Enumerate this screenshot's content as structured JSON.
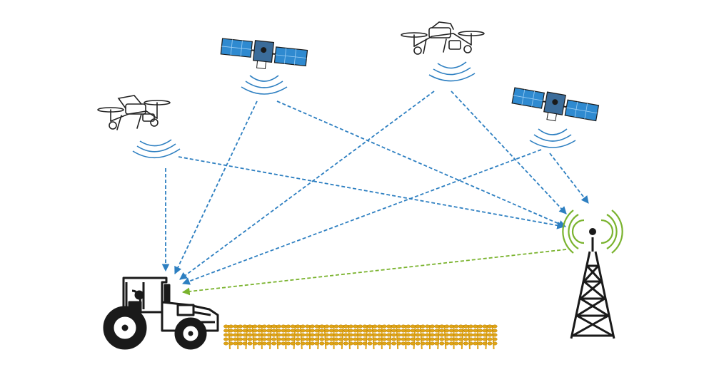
{
  "diagram": {
    "nodes": [
      {
        "id": "drone-1",
        "kind": "drone",
        "icon": "drone-icon"
      },
      {
        "id": "drone-2",
        "kind": "drone",
        "icon": "drone-icon"
      },
      {
        "id": "satellite-1",
        "kind": "satellite",
        "icon": "satellite-icon"
      },
      {
        "id": "satellite-2",
        "kind": "satellite",
        "icon": "satellite-icon"
      },
      {
        "id": "tower",
        "kind": "cell-tower",
        "icon": "cell-tower-icon"
      },
      {
        "id": "tractor",
        "kind": "tractor",
        "icon": "tractor-icon"
      },
      {
        "id": "crops",
        "kind": "crop-field",
        "icon": "wheat-field-icon"
      }
    ],
    "links": [
      {
        "from": "drone-1",
        "to": "tractor",
        "color": "#2d7fc1"
      },
      {
        "from": "drone-1",
        "to": "tower",
        "color": "#2d7fc1"
      },
      {
        "from": "satellite-1",
        "to": "tractor",
        "color": "#2d7fc1"
      },
      {
        "from": "satellite-1",
        "to": "tower",
        "color": "#2d7fc1"
      },
      {
        "from": "drone-2",
        "to": "tractor",
        "color": "#2d7fc1"
      },
      {
        "from": "drone-2",
        "to": "tower",
        "color": "#2d7fc1"
      },
      {
        "from": "satellite-2",
        "to": "tractor",
        "color": "#2d7fc1"
      },
      {
        "from": "satellite-2",
        "to": "tower",
        "color": "#2d7fc1"
      },
      {
        "from": "tower",
        "to": "tractor",
        "color": "#7ab32e"
      }
    ],
    "colors": {
      "link": "#2d7fc1",
      "tower_link": "#7ab32e",
      "signal_waves": "#2d7fc1",
      "tower_waves": "#7ab32e",
      "satellite_panel": "#2f8ad0",
      "wheat": "#e0a516",
      "outline": "#1a1a1a"
    }
  }
}
